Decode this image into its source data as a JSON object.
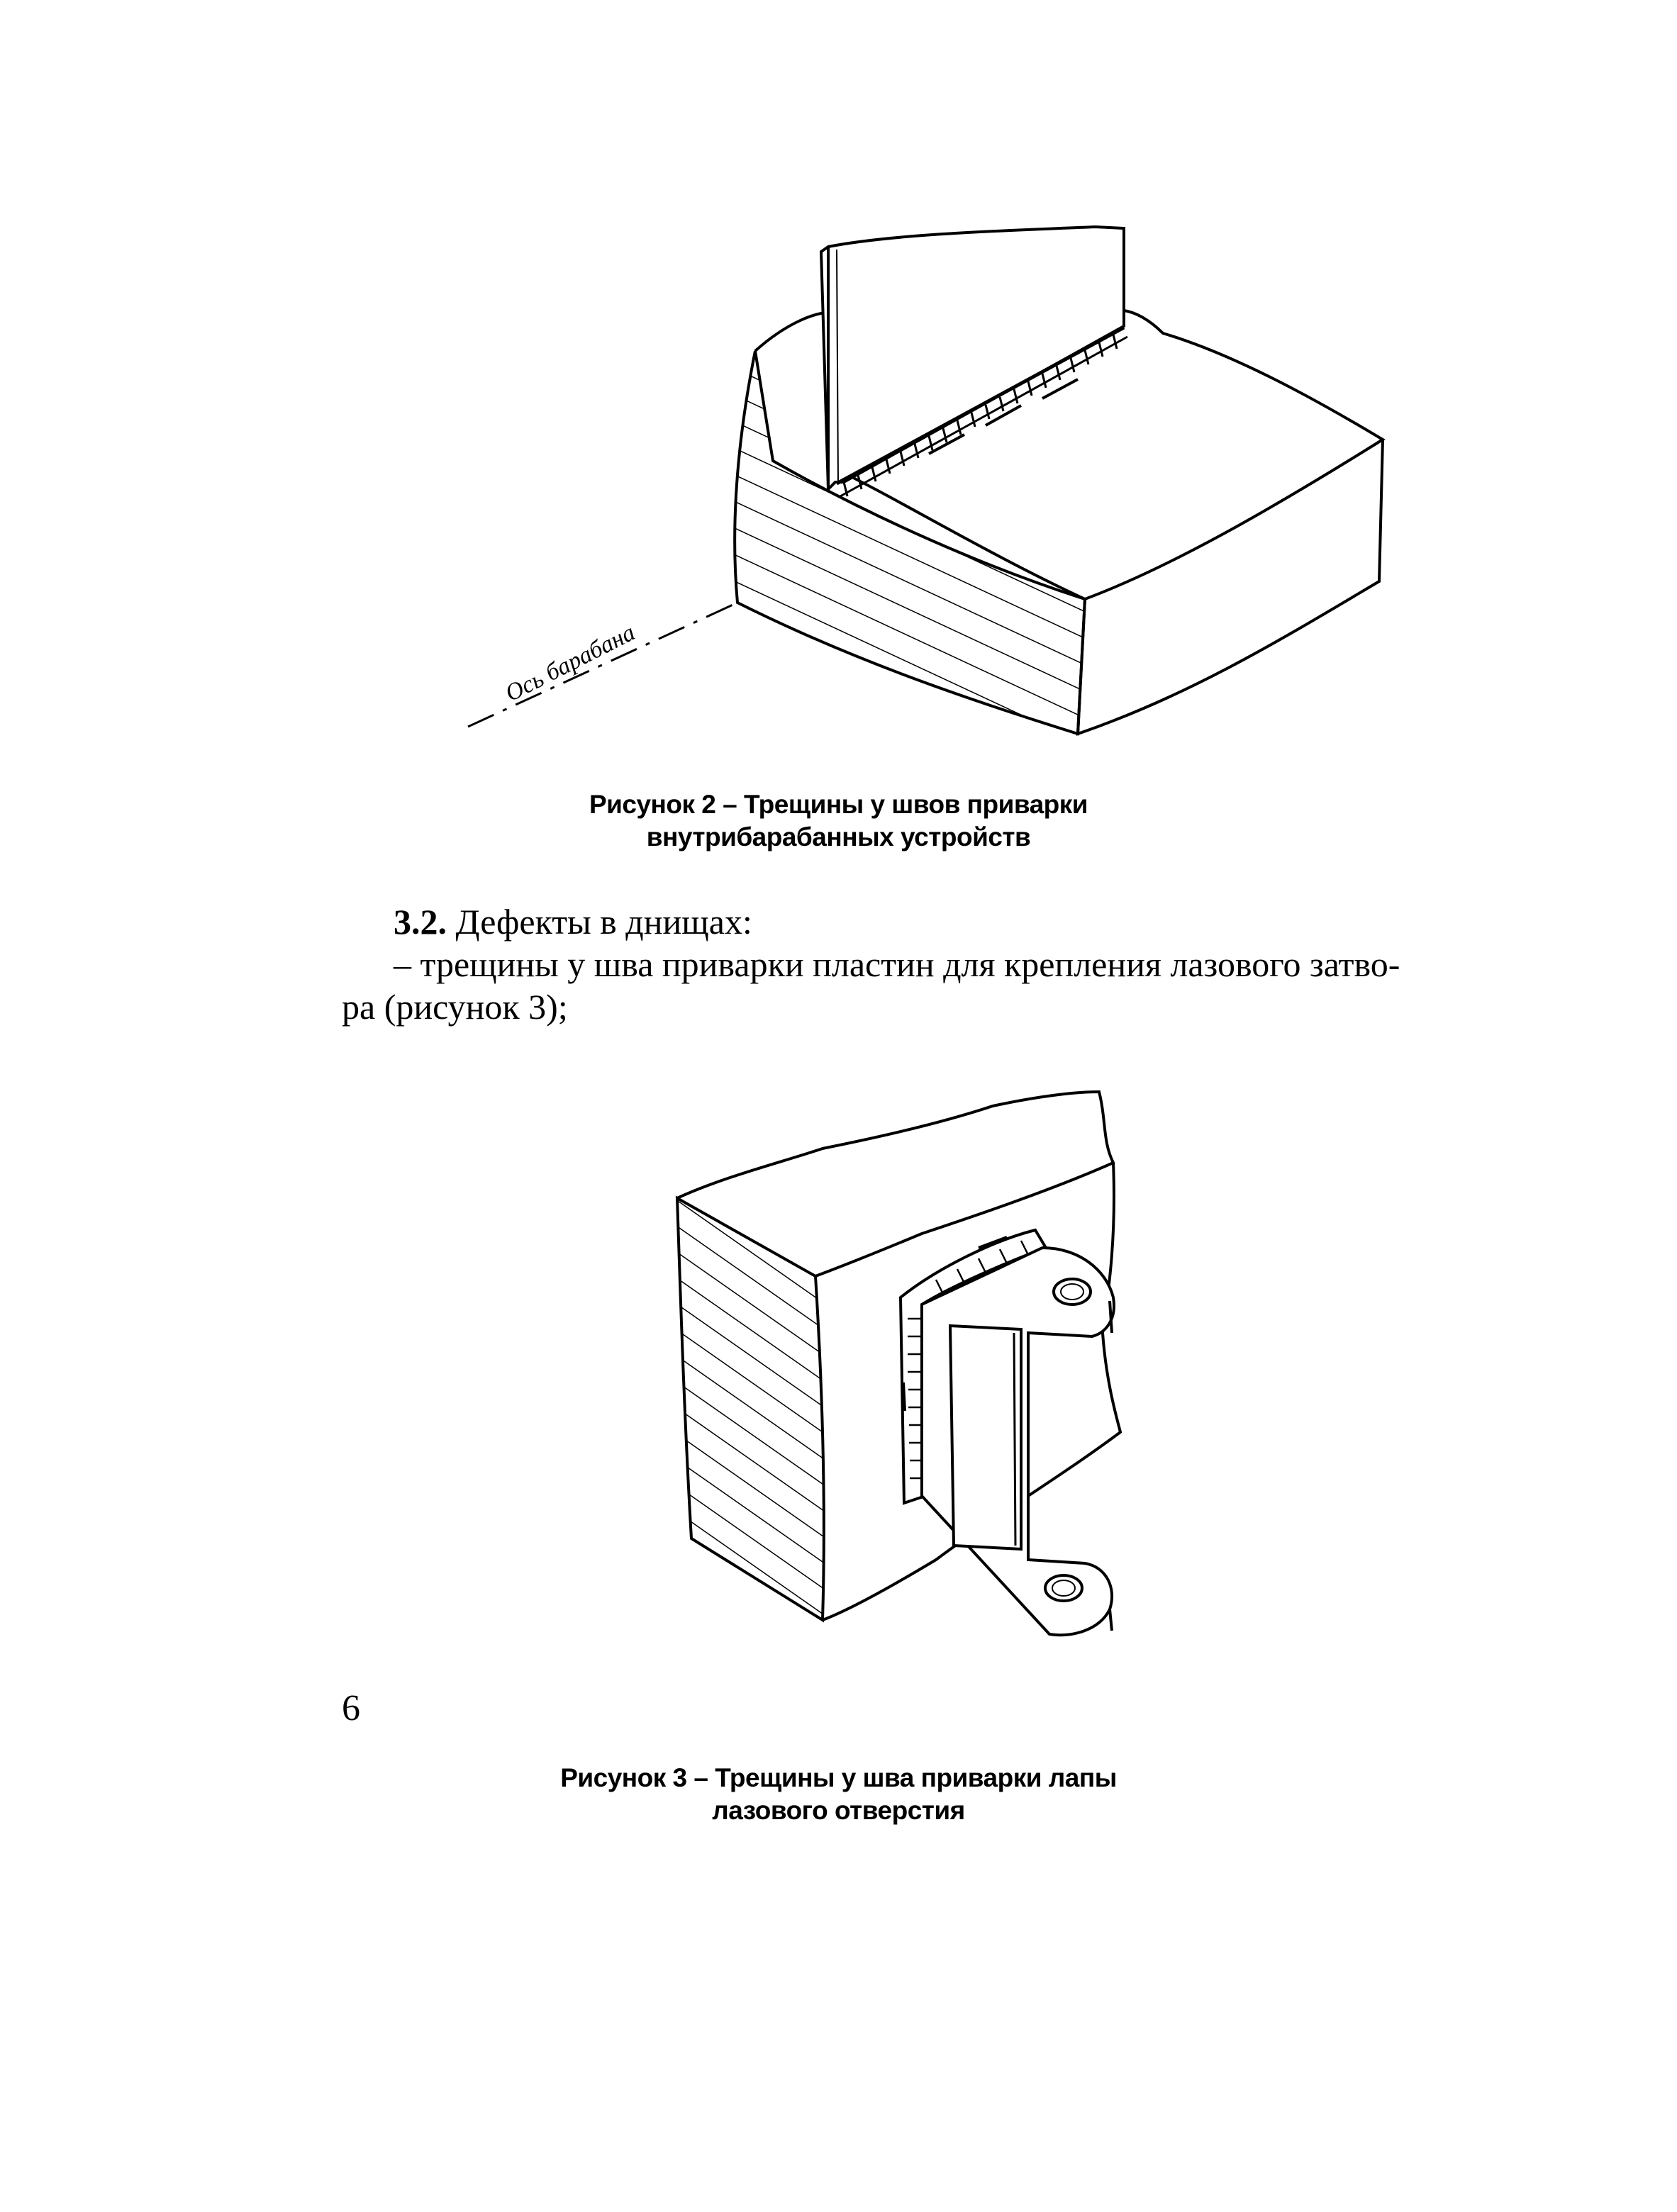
{
  "figure2": {
    "axis_label": "Ось барабана",
    "caption_line1": "Рисунок 2 – Трещины у швов приварки",
    "caption_line2": "внутрибарабанных устройств"
  },
  "section": {
    "number": "3.2.",
    "heading_text": " Дефекты в днищах:",
    "item_line1": "– трещины у шва приварки пластин для крепления лазового затво-",
    "item_line2": "ра (рисунок 3);"
  },
  "figure3": {
    "caption_line1": "Рисунок 3 – Трещины у шва приварки лапы",
    "caption_line2": "лазового отверстия"
  },
  "page_number": "6"
}
